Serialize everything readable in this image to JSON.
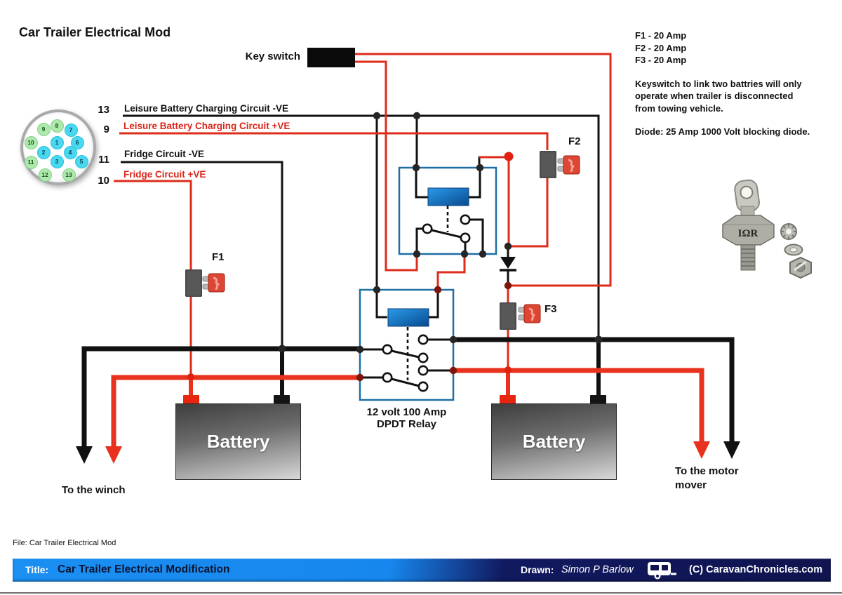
{
  "page_title": "Car Trailer Electrical Mod",
  "key_switch": {
    "label": "Key switch"
  },
  "connector": {
    "pins": [
      {
        "n": "9",
        "color": "green"
      },
      {
        "n": "8",
        "color": "green"
      },
      {
        "n": "7",
        "color": "cyan"
      },
      {
        "n": "10",
        "color": "green"
      },
      {
        "n": "1",
        "color": "cyan"
      },
      {
        "n": "6",
        "color": "cyan"
      },
      {
        "n": "2",
        "color": "cyan"
      },
      {
        "n": "4",
        "color": "cyan"
      },
      {
        "n": "11",
        "color": "green"
      },
      {
        "n": "3",
        "color": "cyan"
      },
      {
        "n": "5",
        "color": "cyan"
      },
      {
        "n": "12",
        "color": "green"
      },
      {
        "n": "13",
        "color": "green"
      }
    ]
  },
  "circuits": [
    {
      "pin": "13",
      "label": "Leisure Battery Charging Circuit -VE",
      "polarity": "negative"
    },
    {
      "pin": "9",
      "label": "Leisure Battery Charging Circuit +VE",
      "polarity": "positive"
    },
    {
      "pin": "11",
      "label": "Fridge Circuit -VE",
      "polarity": "negative"
    },
    {
      "pin": "10",
      "label": "Fridge Circuit +VE",
      "polarity": "positive"
    }
  ],
  "fuses": [
    {
      "id": "F1"
    },
    {
      "id": "F2"
    },
    {
      "id": "F3"
    }
  ],
  "relay_caption": {
    "line1": "12 volt 100 Amp",
    "line2": "DPDT Relay"
  },
  "batteries": {
    "left_label": "Battery",
    "right_label": "Battery"
  },
  "destinations": {
    "winch": "To the winch",
    "motor_line1": "To the motor",
    "motor_line2": "mover"
  },
  "notes": {
    "fuse_ratings": [
      "F1 - 20 Amp",
      "F2 - 20 Amp",
      "F3 - 20 Amp"
    ],
    "keyswitch_note": [
      "Keyswitch to link two battries will only",
      "operate when trailer is disconnected",
      "from towing vehicle."
    ],
    "diode_note": "Diode: 25 Amp 1000 Volt blocking diode."
  },
  "diode_photo": {
    "brand": "IΩR"
  },
  "footer": {
    "file_label": "File: Car Trailer Electrical Mod",
    "title_label": "Title:",
    "title_text": "Car Trailer Electrical Modification",
    "drawn_label": "Drawn:",
    "drawn_by": "Simon P Barlow",
    "copyright": "(C) CaravanChronicles.com"
  },
  "colors": {
    "wire_negative": "#111111",
    "wire_positive": "#de2c1a",
    "bus_positive": "#e8321e",
    "relay_outline": "#1e6fa5",
    "coil_gradient_start": "#2b9be8",
    "coil_gradient_end": "#084a90",
    "fuse_body": "#585858",
    "fuse_blade": "#dc4632",
    "pin_cyan": "#49d8ef",
    "pin_green": "#ade9ab",
    "footer_bar_blue": "#1787ee",
    "footer_bar_navy": "#10144f"
  }
}
